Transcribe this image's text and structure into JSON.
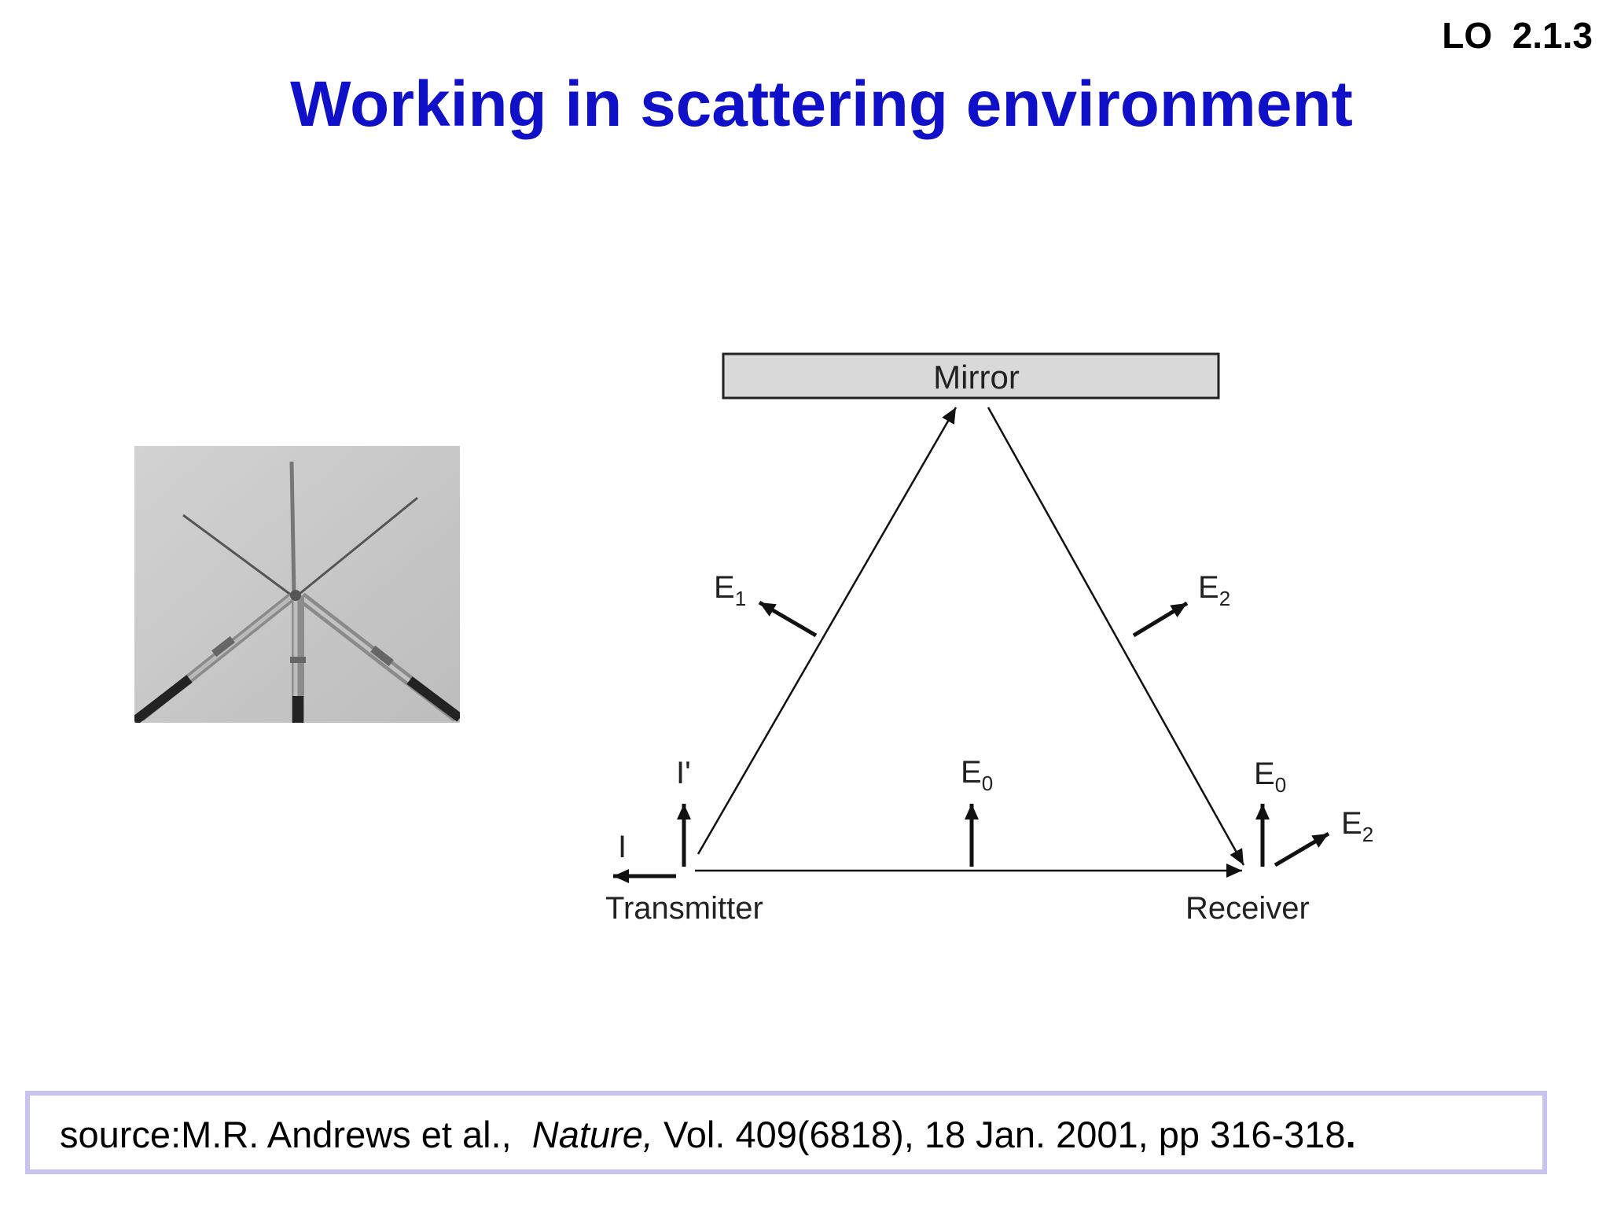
{
  "slide": {
    "lo_tag": "LO  2.1.3",
    "title": "Working in scattering environment"
  },
  "photo": {
    "icon": "antenna-array-photo"
  },
  "diagram": {
    "mirror_label": "Mirror",
    "transmitter_label": "Transmitter",
    "receiver_label": "Receiver",
    "e1_base": "E",
    "e1_sub": "1",
    "e2_base": "E",
    "e2_sub": "2",
    "e0_base": "E",
    "e0_sub": "0",
    "i_label": "I",
    "i_prime_label": "I'"
  },
  "footer": {
    "source_prefix": "source:M.R. Andrews et al.,  ",
    "source_journal": "Nature,",
    "source_rest": " Vol. 409(6818), 18 Jan. 2001, pp 316-318",
    "source_end": "."
  },
  "colors": {
    "title": "#1010c8",
    "mirror_fill": "#d9d9d9",
    "source_border": "#c4c4ee"
  }
}
